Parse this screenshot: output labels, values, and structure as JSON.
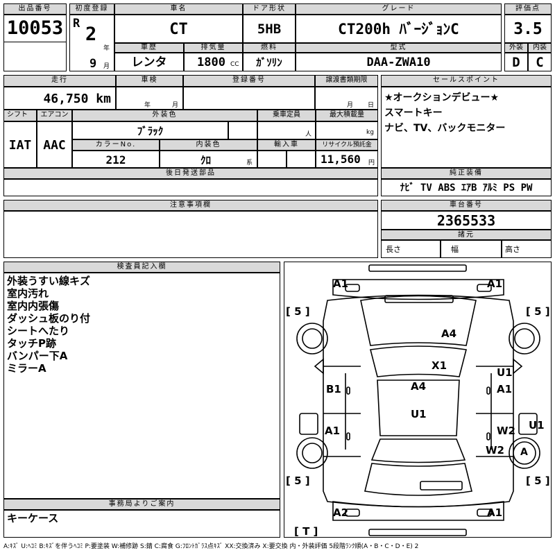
{
  "header_labels": {
    "lot_no": "出品番号",
    "first_reg": "初度登録",
    "car_name": "車名",
    "door": "ドア形状",
    "grade": "グレード",
    "score": "評価点",
    "history": "車歴",
    "displacement": "排気量",
    "fuel": "燃料",
    "model": "型式",
    "exterior": "外装",
    "interior": "内装",
    "mileage": "走行",
    "inspection": "車検",
    "reg_no": "登録番号",
    "transfer": "譲渡書類期限",
    "shift": "シフト",
    "aircon": "エアコン",
    "ext_color": "外装色",
    "capacity": "乗車定員",
    "max_load": "最大積載量",
    "color_no": "カラーNo.",
    "int_color": "内装色",
    "import": "輸入車",
    "recycle": "リサイクル預託金",
    "later_parts": "後日発送部品",
    "sales_point": "セールスポイント",
    "genuine": "純正装備",
    "caution": "注意事項欄",
    "chassis": "車台番号",
    "specs": "諸元",
    "inspector": "検査員記入欄",
    "office": "事務局よりご案内"
  },
  "values": {
    "lot_no": "10053",
    "era": "R",
    "year": "2",
    "year_unit": "年",
    "month": "9",
    "month_unit": "月",
    "car_name": "CT",
    "door": "5HB",
    "grade": "CT200h ﾊﾞｰｼﾞｮﾝC",
    "score": "3.5",
    "history": "レンタ",
    "displacement": "1800",
    "displacement_unit": "CC",
    "fuel": "ｶﾞｿﾘﾝ",
    "model": "DAA-ZWA10",
    "exterior": "D",
    "interior": "C",
    "mileage": "46,750 km",
    "insp_year_unit": "年",
    "insp_month_unit": "月",
    "transfer_month_unit": "月",
    "transfer_day_unit": "日",
    "shift": "IAT",
    "aircon": "AAC",
    "ext_color": "ﾌﾞﾗｯｸ",
    "capacity_unit": "人",
    "load_unit": "kg",
    "color_no": "212",
    "int_color": "ｸﾛ",
    "int_color_unit": "系",
    "recycle": "11,560",
    "recycle_unit": "円",
    "length_label": "長さ",
    "width_label": "幅",
    "height_label": "高さ",
    "chassis": "2365533",
    "genuine": "ﾅﾋﾞ  TV  ABS ｴｱB ｱﾙﾐ PS PW",
    "office": "キーケース"
  },
  "sales_points": [
    "★オークションデビュー★",
    "スマートキー",
    "ナビ、TV、バックモニター"
  ],
  "inspector_notes": [
    "外装うすい線キズ",
    "室内汚れ",
    "室内内張傷",
    "ダッシュ板のり付",
    "シートへたり",
    "タッチP跡",
    "バンパー下A",
    "ミラーA"
  ],
  "damage": {
    "front_left": "A1",
    "front_right": "A1",
    "bonnet": "A4",
    "windshield": "X1",
    "right_front_fender_1": "U1",
    "right_front_fender_2": "A1",
    "left_front_door": "B1",
    "roof": "A4",
    "rear_roof": "U1",
    "left_rear_door": "A1",
    "right_rear_door": "W2",
    "right_side": "U1",
    "right_rear_fender": "W2",
    "rear_left": "A2",
    "rear_right": "A1",
    "tire_fl": "[ 5 ]",
    "tire_fr": "[ 5 ]",
    "tire_rl": "[ 5 ]",
    "tire_rr": "[ 5 ]",
    "trunk": "[ T ]",
    "spare": "A"
  },
  "legend": "A:ｷｽﾞ U:ﾍｺﾐ B:ｷｽﾞを伴うﾍｺﾐ P:要塗装 W:補修跡 S:錆 C:腐食 G:ﾌﾛﾝﾄｶﾞﾗｽ点ｷｽﾞ XX:交換済み X:要交換  内・外装評価 5段階ﾗﾝｸ順(A・B・C・D・E) 2"
}
